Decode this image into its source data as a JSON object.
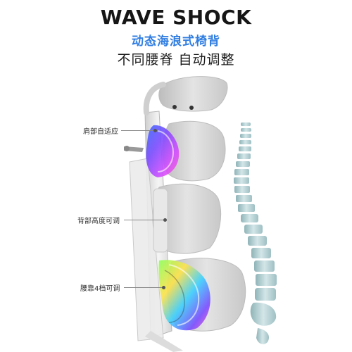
{
  "header": {
    "title": "WAVE SHOCK",
    "subtitle": "动态海浪式椅背",
    "tagline": "不同腰脊 自动调整"
  },
  "callouts": [
    {
      "label": "肩部自适应"
    },
    {
      "label": "背部高度可调"
    },
    {
      "label": "腰靠4档可调"
    }
  ],
  "colors": {
    "title": "#161616",
    "subtitle": "#2f7de1",
    "mesh": "#d9d9d9",
    "frame": "#eeeeee",
    "spine": "#a9c9cc"
  }
}
